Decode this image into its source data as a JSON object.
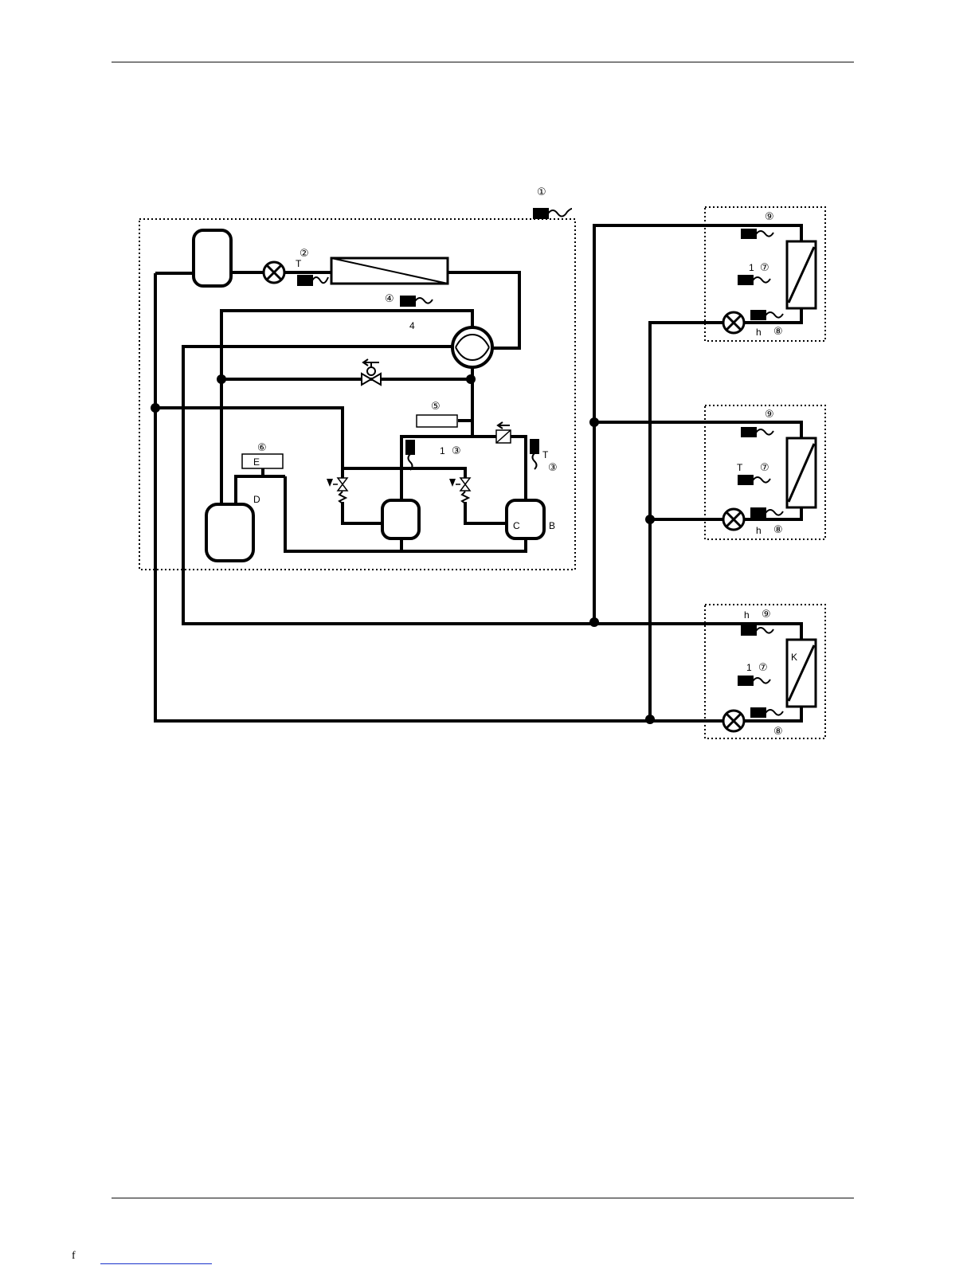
{
  "labels": {
    "c1": "①",
    "c2": "②",
    "c3a": "③",
    "c3b": "③",
    "c4": "④",
    "c5": "⑤",
    "c6": "⑥",
    "c7a": "⑦",
    "c7b": "⑦",
    "c7c": "⑦",
    "c8a": "⑧",
    "c8b": "⑧",
    "c8c": "⑧",
    "c9a": "⑨",
    "c9b": "⑨",
    "c9c": "⑨",
    "t_hx": "T",
    "four": "4",
    "e_box": "E",
    "d_acc": "D",
    "one_comp": "1",
    "t_comp": "T",
    "c_comp": "C",
    "b_comp": "B",
    "one_iu1": "1",
    "h_iu1": "h",
    "t_iu2": "T",
    "h_iu2": "h",
    "h_iu3": "h",
    "one_iu3": "1",
    "k_iu3": "K"
  },
  "footer": {
    "mark": "f"
  }
}
